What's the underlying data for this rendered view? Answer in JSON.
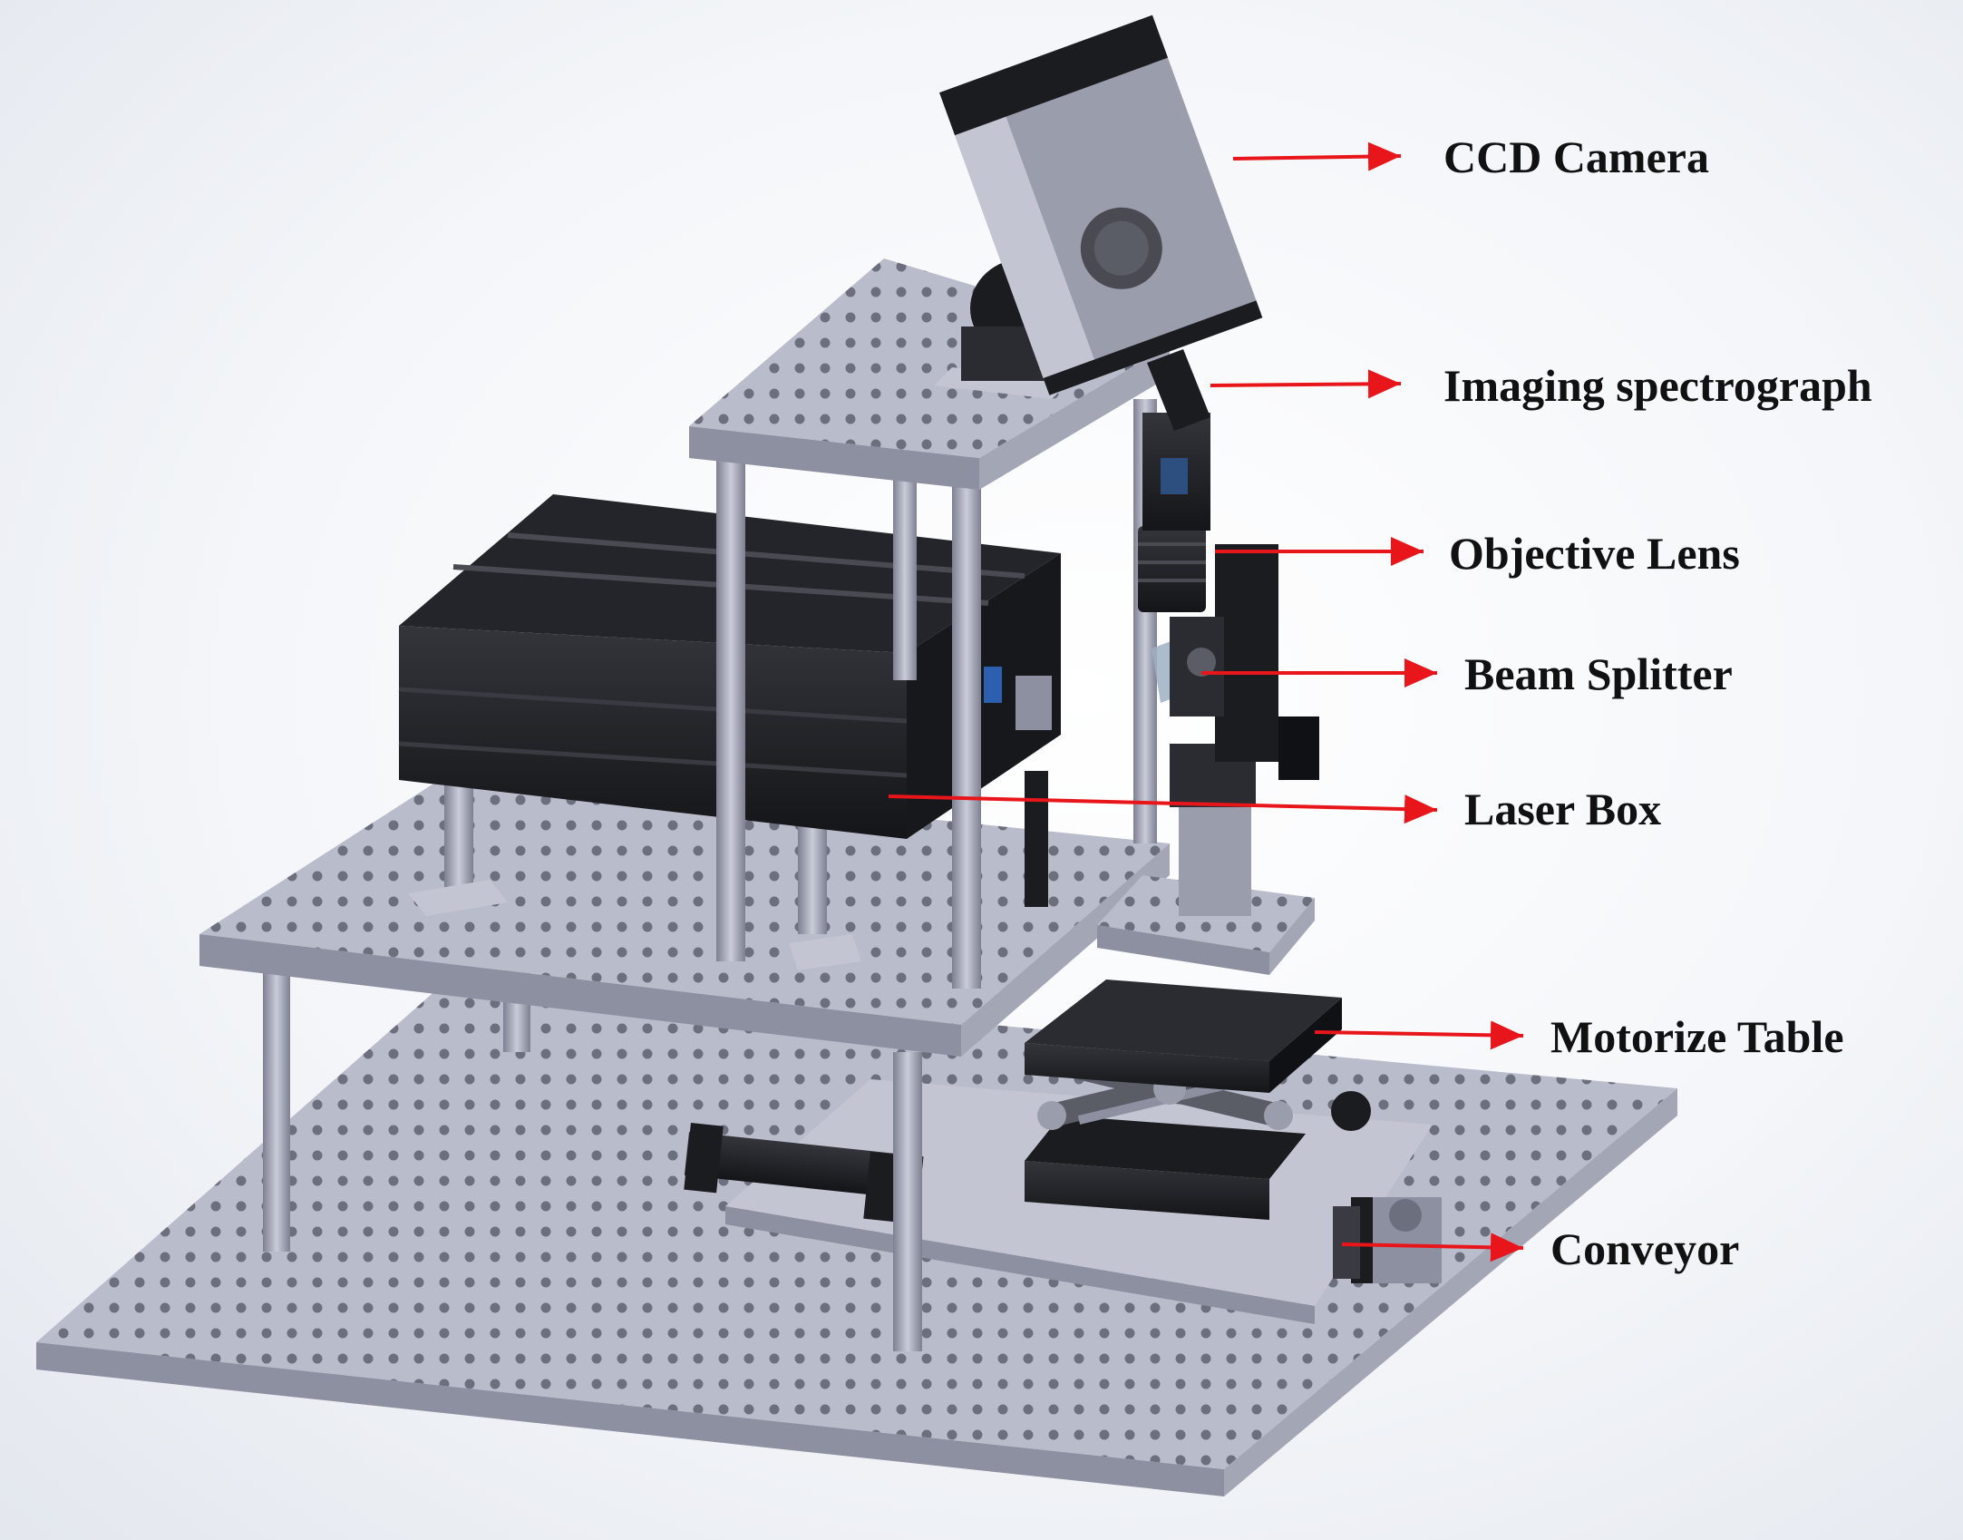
{
  "labels": {
    "ccd_camera": "CCD Camera",
    "imaging_spectrograph": "Imaging spectrograph",
    "objective_lens": "Objective Lens",
    "beam_splitter": "Beam Splitter",
    "laser_box": "Laser Box",
    "motorize_table": "Motorize Table",
    "conveyor": "Conveyor"
  },
  "colors": {
    "arrow": "#e8151b",
    "platform": "#b9bccb",
    "platform_dark": "#8d90a0",
    "hole": "#6c6f7e",
    "black_parts": "#1b1c20",
    "camera_body": "#9a9dac"
  }
}
